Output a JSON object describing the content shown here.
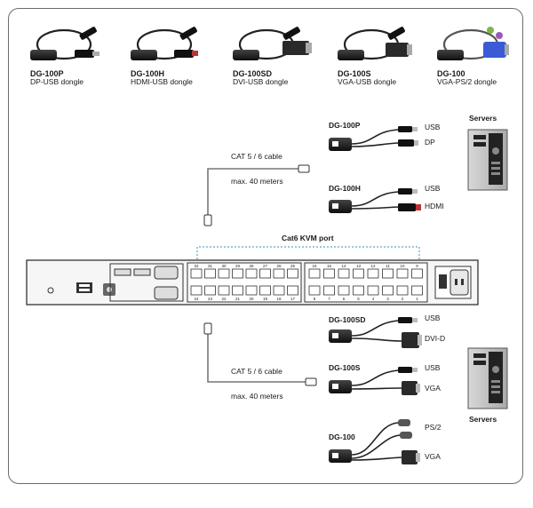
{
  "top_dongles": [
    {
      "model": "DG-100P",
      "desc": "DP-USB dongle",
      "connector": "dp"
    },
    {
      "model": "DG-100H",
      "desc": "HDMI-USB dongle",
      "connector": "hdmi"
    },
    {
      "model": "DG-100SD",
      "desc": "DVI-USB dongle",
      "connector": "dvi"
    },
    {
      "model": "DG-100S",
      "desc": "VGA-USB dongle",
      "connector": "vga"
    },
    {
      "model": "DG-100",
      "desc": "VGA-PS/2 dongle",
      "connector": "ps2"
    }
  ],
  "upper_section": {
    "dongles": [
      {
        "model": "DG-100P",
        "port1": "USB",
        "port2": "DP"
      },
      {
        "model": "DG-100H",
        "port1": "USB",
        "port2": "HDMI"
      }
    ],
    "cable_label": "CAT 5 / 6 cable",
    "distance_label": "max. 40 meters",
    "servers_label": "Servers"
  },
  "switch": {
    "port_label": "Cat6 KVM port",
    "top_port_numbers": [
      "32",
      "31",
      "30",
      "29",
      "28",
      "27",
      "26",
      "25",
      "16",
      "15",
      "14",
      "13",
      "12",
      "11",
      "10",
      "9"
    ],
    "bottom_port_numbers": [
      "24",
      "23",
      "22",
      "21",
      "20",
      "19",
      "18",
      "17",
      "8",
      "7",
      "6",
      "5",
      "4",
      "3",
      "2",
      "1"
    ]
  },
  "lower_section": {
    "dongles": [
      {
        "model": "DG-100SD",
        "port1": "USB",
        "port2": "DVI-D"
      },
      {
        "model": "DG-100S",
        "port1": "USB",
        "port2": "VGA"
      },
      {
        "model": "DG-100",
        "port1": "PS/2",
        "port2": "VGA"
      }
    ],
    "cable_label": "CAT 5 / 6 cable",
    "distance_label": "max. 40 meters",
    "servers_label": "Servers"
  },
  "colors": {
    "frame": "#6b6b6b",
    "accent_port_line": "#3a8fc2",
    "dongle_body": "#1c1c1c",
    "vga_blue": "#3b5bd6",
    "ps2_green": "#7ab648"
  }
}
